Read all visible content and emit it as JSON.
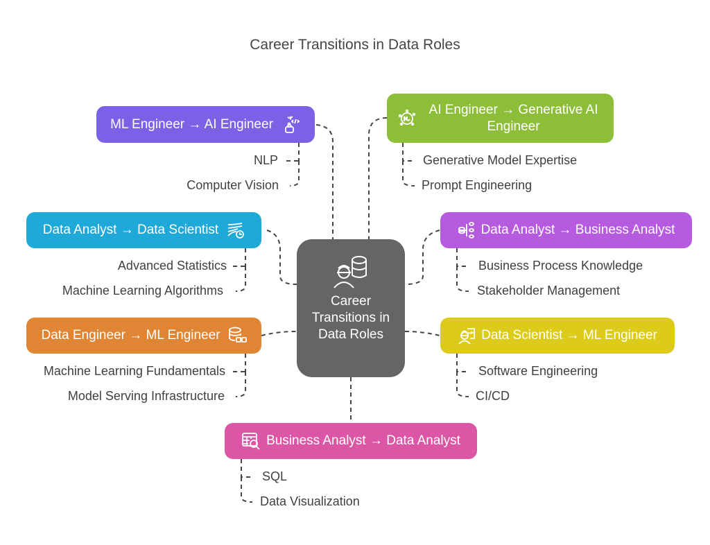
{
  "title": "Career Transitions in Data Roles",
  "center": {
    "label": "Career Transitions in Data Roles",
    "icon": "engineer-database-icon"
  },
  "transitions": [
    {
      "label": "ML Engineer → AI Engineer",
      "color": "#7B61E6",
      "icon": "robot-code-icon",
      "skills": [
        "NLP",
        "Computer Vision"
      ]
    },
    {
      "label": "AI Engineer → Generative AI Engineer",
      "color": "#8DBE3A",
      "icon": "ai-sparkle-icon",
      "skills": [
        "Generative Model Expertise",
        "Prompt Engineering"
      ]
    },
    {
      "label": "Data Analyst → Data Scientist",
      "color": "#1FA9D8",
      "icon": "data-flow-chart-icon",
      "skills": [
        "Advanced Statistics",
        "Machine Learning Algorithms"
      ]
    },
    {
      "label": "Data Analyst → Business Analyst",
      "color": "#B65BE0",
      "icon": "database-hierarchy-icon",
      "skills": [
        "Business Process Knowledge",
        "Stakeholder Management"
      ]
    },
    {
      "label": "Data Engineer → ML Engineer",
      "color": "#E08533",
      "icon": "database-nodes-icon",
      "skills": [
        "Machine Learning Fundamentals",
        "Model Serving Infrastructure"
      ]
    },
    {
      "label": "Data Scientist → ML Engineer",
      "color": "#DCCB1B",
      "icon": "engineer-code-icon",
      "skills": [
        "Software Engineering",
        "CI/CD"
      ]
    },
    {
      "label": "Business Analyst → Data Analyst",
      "color": "#DB57A6",
      "icon": "table-search-icon",
      "skills": [
        "SQL",
        "Data Visualization"
      ]
    }
  ]
}
